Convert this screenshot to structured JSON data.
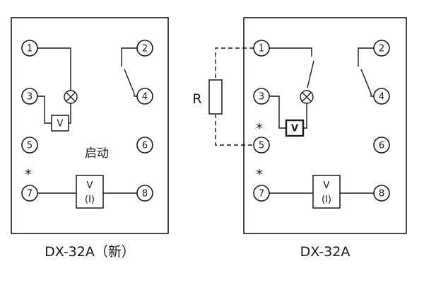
{
  "left": {
    "caption": "DX-32A（新）",
    "terminals": [
      "1",
      "2",
      "3",
      "4",
      "5",
      "6",
      "7",
      "8"
    ],
    "start_label": "启动",
    "relay_v_label": "V",
    "meter_v_label": "V",
    "meter_i_label": "(I)",
    "asterisk_above_7": "*"
  },
  "right": {
    "caption": "DX-32A",
    "terminals": [
      "1",
      "2",
      "3",
      "4",
      "5",
      "6",
      "7",
      "8"
    ],
    "resistor_label": "R",
    "relay_v_label": "V",
    "meter_v_label": "V",
    "meter_i_label": "(I)",
    "asterisk_above_5": "*",
    "asterisk_above_7": "*"
  },
  "colors": {
    "line": "#1a1a1a",
    "background": "#ffffff"
  }
}
